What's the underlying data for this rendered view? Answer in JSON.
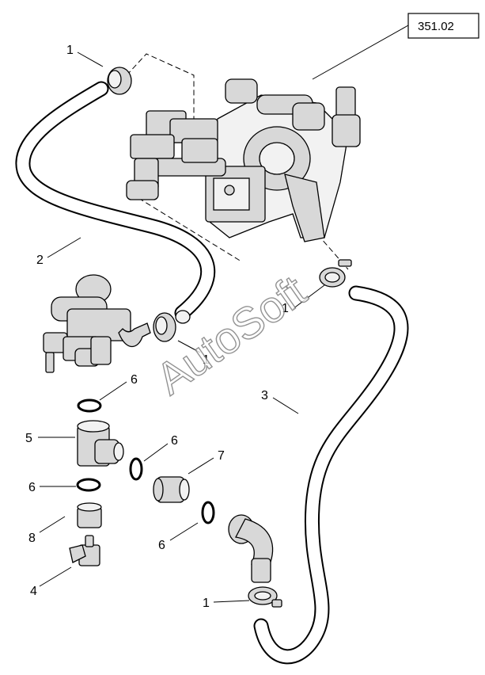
{
  "reference": "351.02",
  "watermark": "AutoSoft",
  "callouts": {
    "c1_top": "1",
    "c2": "2",
    "c1_mid": "1",
    "c1_clamp": "1",
    "c3": "3",
    "c6_a": "6",
    "c5": "5",
    "c6_b": "6",
    "c6_c": "6",
    "c7": "7",
    "c8": "8",
    "c6_d": "6",
    "c4": "4",
    "c1_bottom": "1"
  }
}
